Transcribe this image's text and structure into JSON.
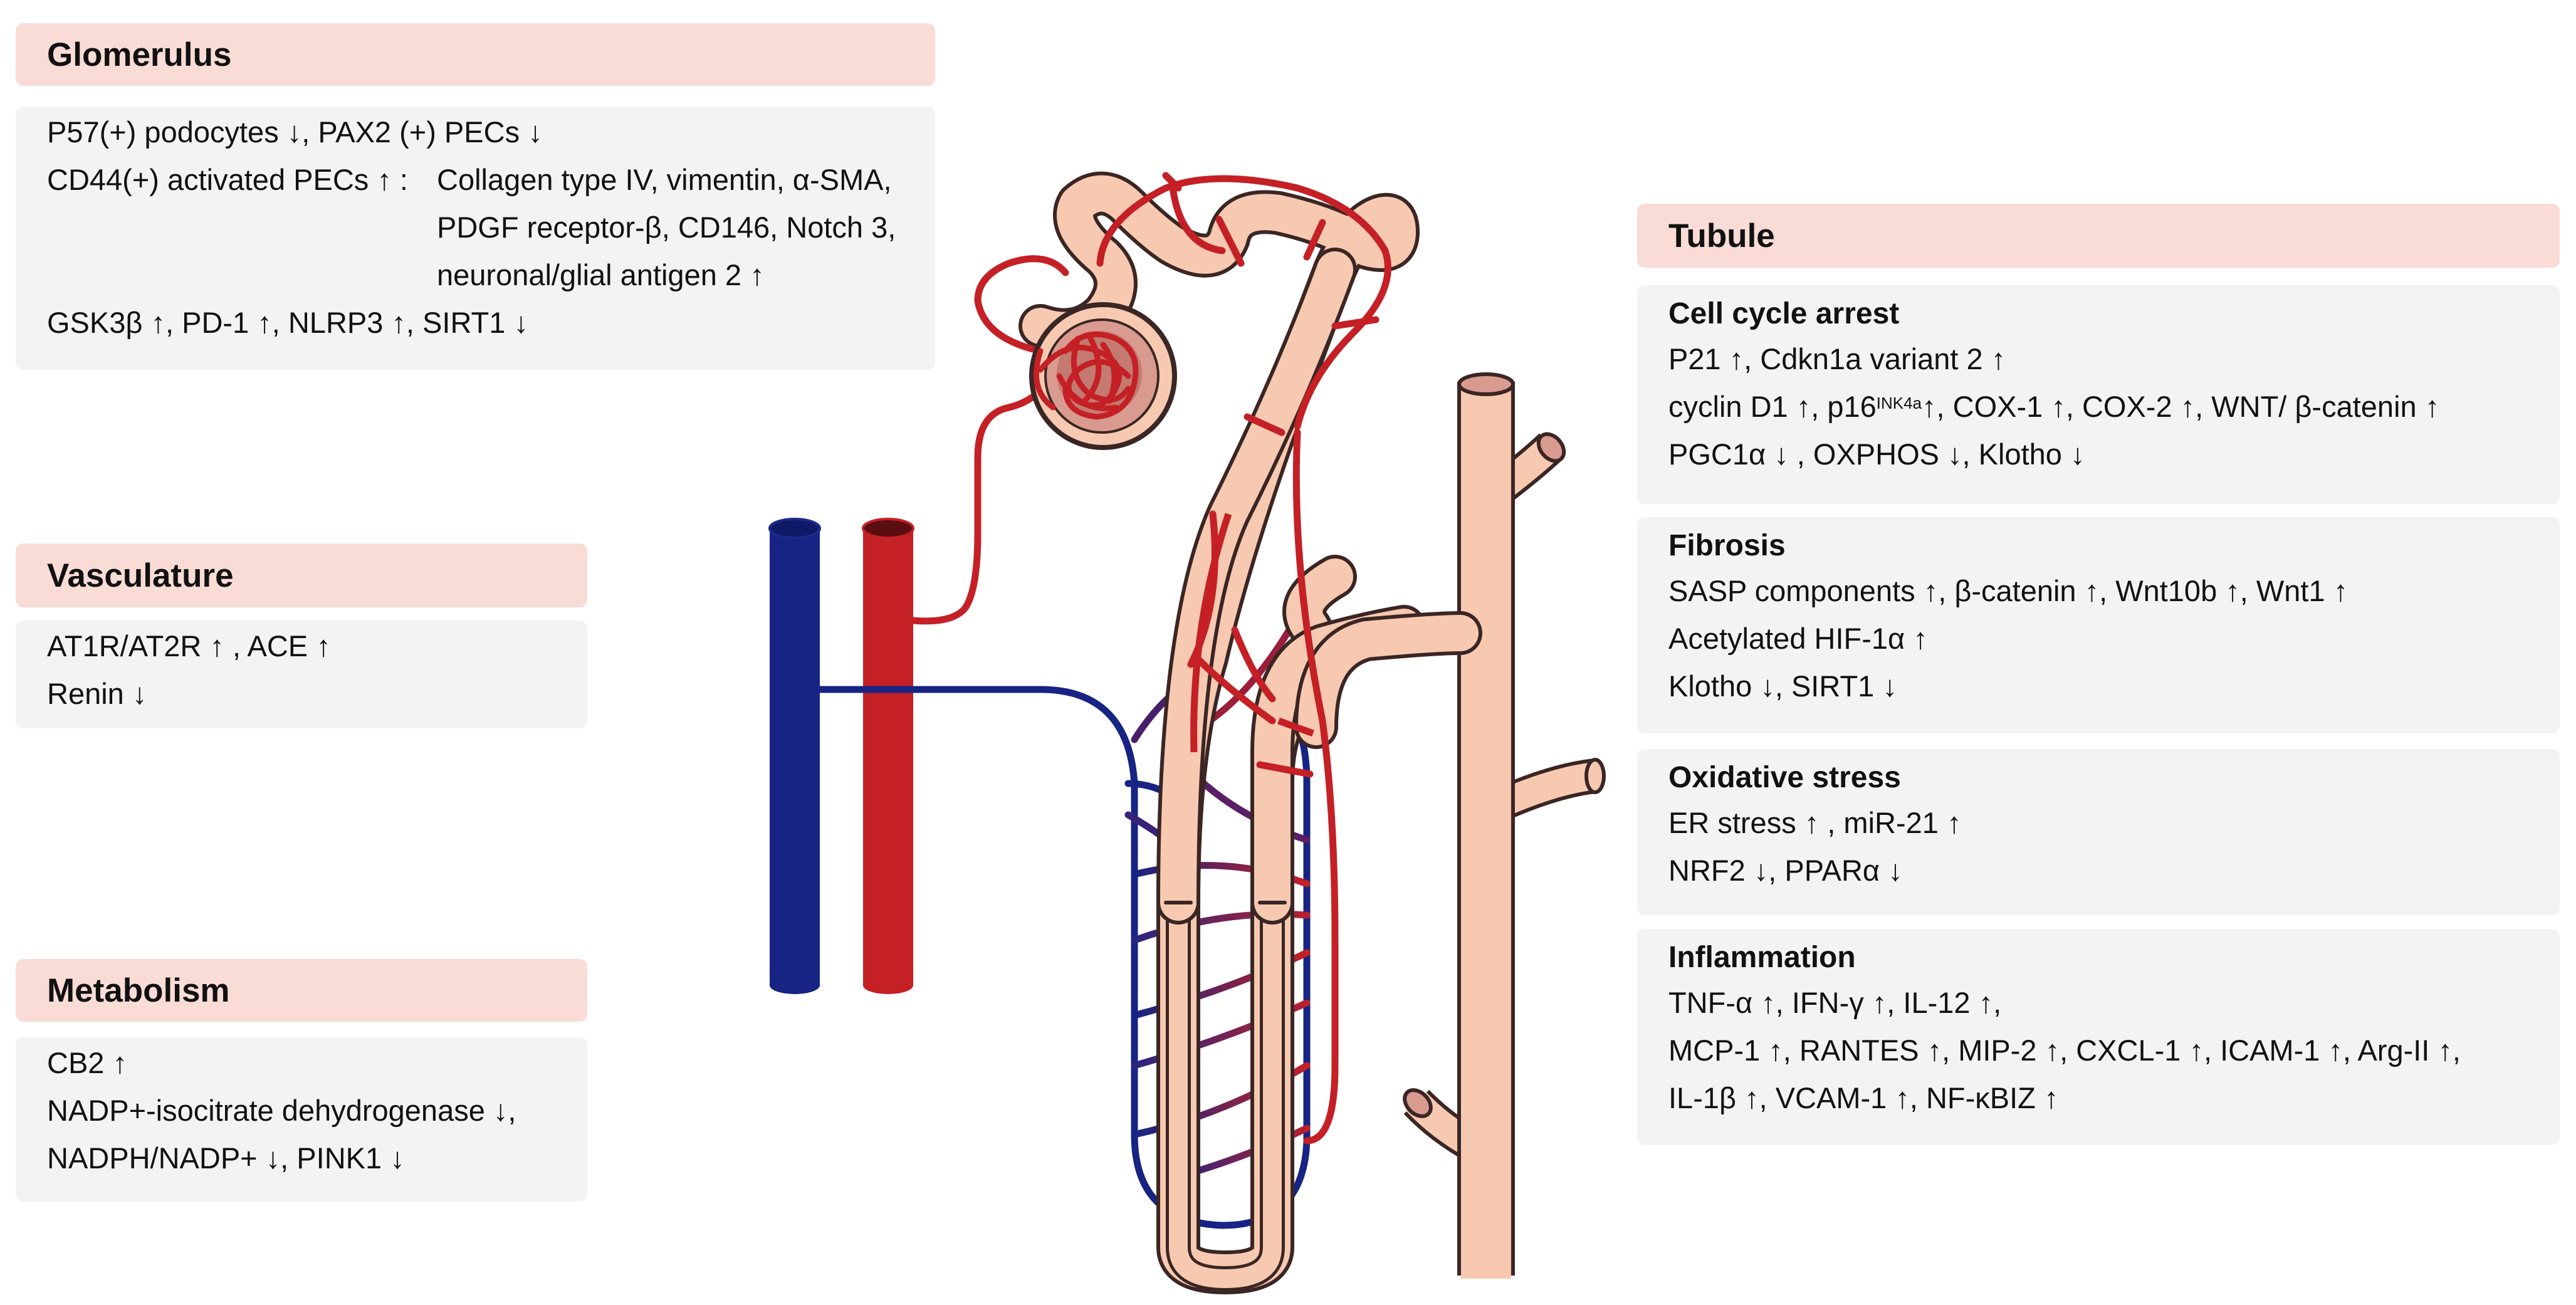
{
  "glomerulus": {
    "title": "Glomerulus",
    "line1": "P57(+) podocytes ↓, PAX2 (+) PECs ↓",
    "line2a": "CD44(+) activated PECs ↑ :",
    "line2b": "Collagen type IV, vimentin, α-SMA,",
    "line2c": "PDGF receptor-β, CD146, Notch 3,",
    "line2d": "neuronal/glial antigen 2 ↑",
    "line3": "GSK3β ↑, PD-1 ↑, NLRP3 ↑, SIRT1 ↓"
  },
  "vasculature": {
    "title": "Vasculature",
    "line1": " AT1R/AT2R ↑ , ACE ↑",
    "line2": "Renin ↓"
  },
  "metabolism": {
    "title": "Metabolism",
    "line1": "CB2 ↑",
    "line2": "NADP+-isocitrate dehydrogenase ↓,",
    "line3": "NADPH/NADP+ ↓, PINK1 ↓"
  },
  "tubule": {
    "title": "Tubule",
    "cell_cycle": {
      "heading": "Cell cycle arrest",
      "line1": "P21 ↑, Cdkn1a variant 2 ↑",
      "line2_pre": "cyclin D1 ↑, p16",
      "line2_sup": "INK4a",
      "line2_post": "↑, COX-1 ↑, COX-2 ↑, WNT/ β-catenin ↑",
      "line3": "PGC1α ↓ , OXPHOS ↓, Klotho ↓"
    },
    "fibrosis": {
      "heading": "Fibrosis",
      "line1": "SASP components ↑, β-catenin ↑, Wnt10b ↑, Wnt1 ↑",
      "line2": "Acetylated HIF-1α ↑",
      "line3": "Klotho ↓, SIRT1 ↓"
    },
    "oxidative": {
      "heading": "Oxidative stress",
      "line1": "ER stress ↑ , miR-21 ↑",
      "line2": "NRF2 ↓, PPARα ↓"
    },
    "inflammation": {
      "heading": "Inflammation",
      "line1": "TNF-α ↑, IFN-γ ↑, IL-12 ↑,",
      "line2": "MCP-1 ↑, RANTES ↑, MIP-2 ↑, CXCL-1 ↑, ICAM-1 ↑, Arg-II ↑,",
      "line3": "IL-1β ↑, VCAM-1 ↑, NF-κBIZ ↑"
    }
  },
  "colors": {
    "header_bg": "#f9dcd6",
    "box_bg": "#f3f3f3",
    "artery": "#c42026",
    "vein": "#172483",
    "tubule_fill": "#f8c9b1",
    "outline": "#3a2624"
  }
}
